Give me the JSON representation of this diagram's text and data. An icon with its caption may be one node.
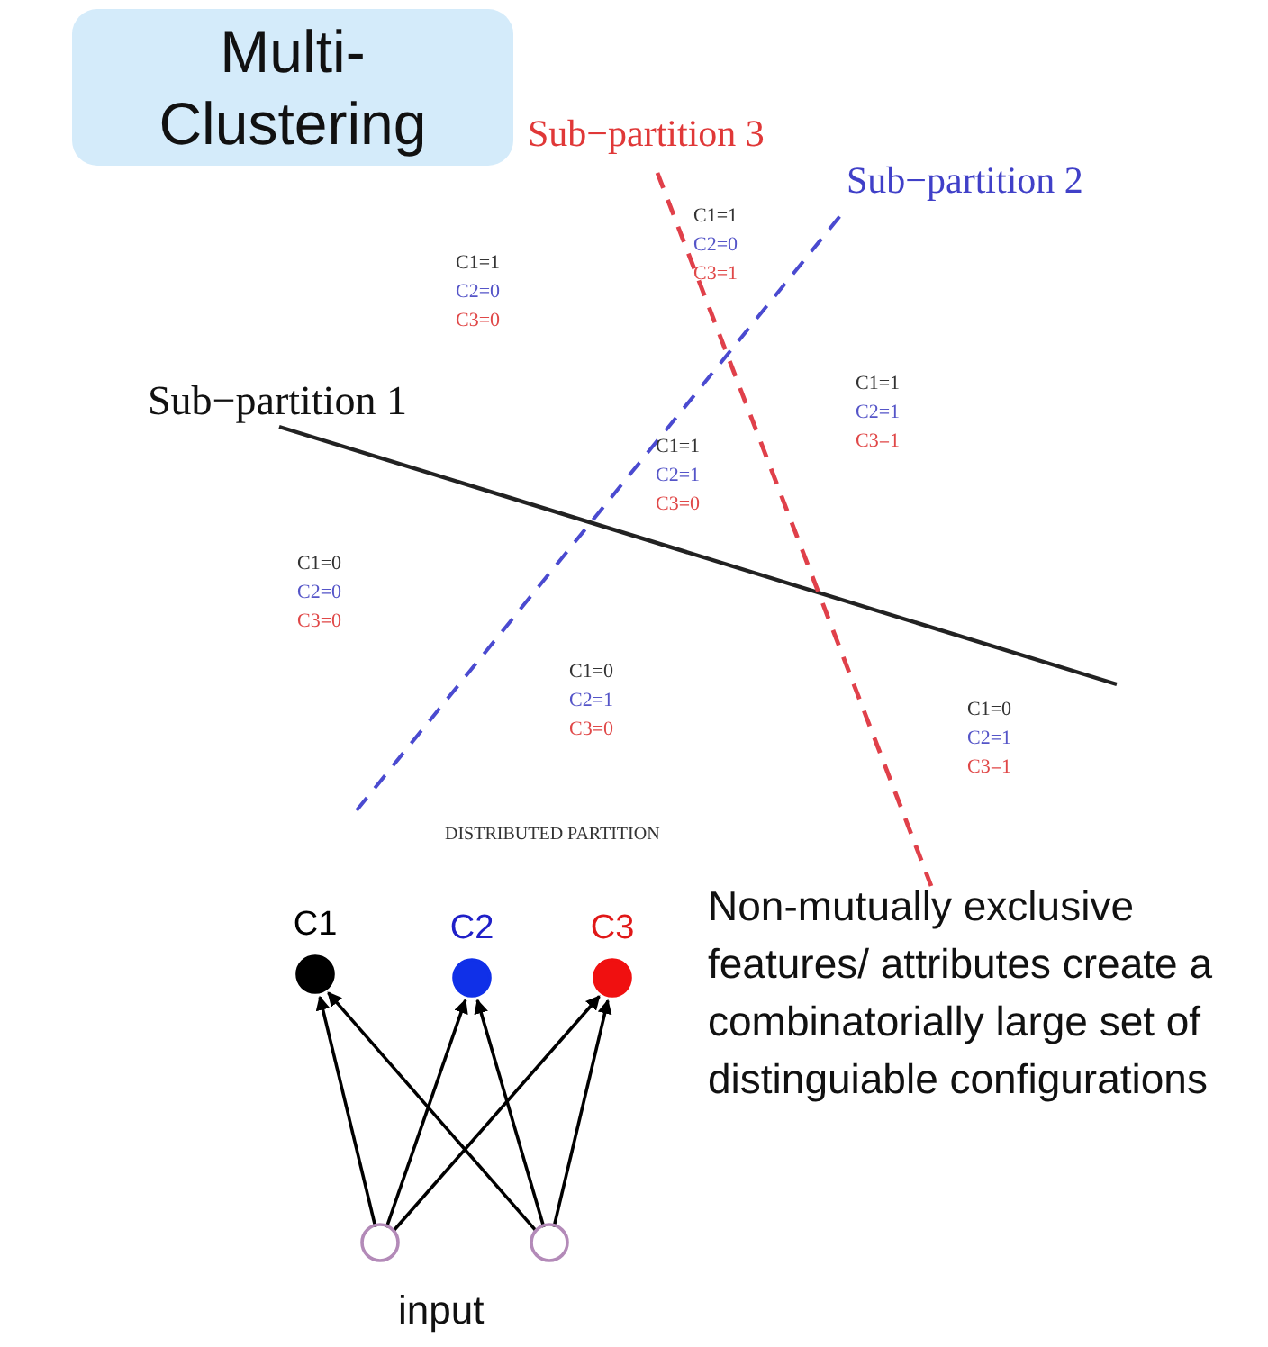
{
  "diagram": {
    "nodes": [
      {
        "text": [
          "Multi- Clustering"
        ]
      },
      {
        "text": [
          "C1"
        ]
      },
      {
        "text": [
          "C2"
        ]
      },
      {
        "text": [
          "C3"
        ]
      },
      {
        "text": [],
        "shape": "circle"
      },
      {
        "text": [],
        "shape": "circle"
      }
    ],
    "edges": [
      {
        "from": 4,
        "to": 1,
        "arrow": "to"
      },
      {
        "from": 4,
        "to": 2,
        "arrow": "to"
      },
      {
        "from": 4,
        "to": 3,
        "arrow": "to"
      },
      {
        "from": 5,
        "to": 1,
        "arrow": "to"
      },
      {
        "from": 5,
        "to": 2,
        "arrow": "to"
      },
      {
        "from": 5,
        "to": 3,
        "arrow": "to"
      }
    ],
    "labels": [
      "Sub−partition 3",
      "C1=1",
      "C2=0",
      "C3=1",
      "Sub−partition 2",
      "C1=1",
      "C2=0",
      "C3=0",
      "Sub−partition 1",
      "C1=1",
      "C2=1",
      "C3=1",
      "C1=1",
      "C2=1",
      "C3=0",
      "C1=0",
      "C2=0",
      "C3=0",
      "C1=0",
      "C2=1",
      "C3=0",
      "C1=0",
      "C2=1",
      "C3=1",
      "DISTRIBUTED PARTITION",
      "Non-mutually exclusive features/ attributes create a combinatorially large set of distinguiable configurations",
      "input"
    ]
  }
}
